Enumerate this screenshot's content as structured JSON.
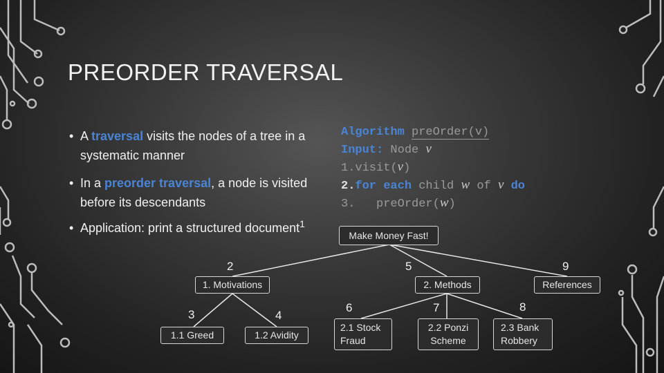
{
  "title": "PREORDER TRAVERSAL",
  "bullets": {
    "b1": {
      "pre": "A ",
      "hl": "traversal",
      "post": " visits the nodes of a tree in a systematic manner"
    },
    "b2": {
      "pre": "In a ",
      "hl": "preorder traversal",
      "post": ", a node is visited before its descendants"
    },
    "b3": {
      "text": "Application: print a structured document",
      "sup": "1"
    }
  },
  "algorithm": {
    "line_algo_kw": "Algorithm",
    "line_algo_name": "preOrder(v)",
    "line_input_kw": "Input:",
    "line_input_rest": " Node ",
    "line_input_var": "v",
    "line1_num": "1.",
    "line1_text": "visit(",
    "line1_var": "v",
    "line1_close": ")",
    "line2_num": "2.",
    "line2_for": "for each",
    "line2_child": " child ",
    "line2_w": "w",
    "line2_of": " of ",
    "line2_v": "v",
    "line2_do": "do",
    "line3_num": "3.",
    "line3_text": "preOrder(",
    "line3_var": "w",
    "line3_close": ")"
  },
  "tree": {
    "root": {
      "label": "Make Money Fast!"
    },
    "nodes": [
      {
        "id": "n-motivations",
        "label": "1. Motivations",
        "order": "2"
      },
      {
        "id": "n-methods",
        "label": "2. Methods",
        "order": "5"
      },
      {
        "id": "n-references",
        "label": "References",
        "order": "9"
      },
      {
        "id": "n-greed",
        "label": "1.1 Greed",
        "order": "3"
      },
      {
        "id": "n-avidity",
        "label": "1.2 Avidity",
        "order": "4"
      },
      {
        "id": "n-stock",
        "label": "2.1 Stock Fraud",
        "order": "6"
      },
      {
        "id": "n-ponzi",
        "label": "2.2 Ponzi Scheme",
        "order": "7"
      },
      {
        "id": "n-bank",
        "label": "2.3 Bank Robbery",
        "order": "8"
      }
    ]
  },
  "colors": {
    "accent": "#4a84d4",
    "text": "#f0f0f0",
    "code": "#9a9a9a"
  }
}
